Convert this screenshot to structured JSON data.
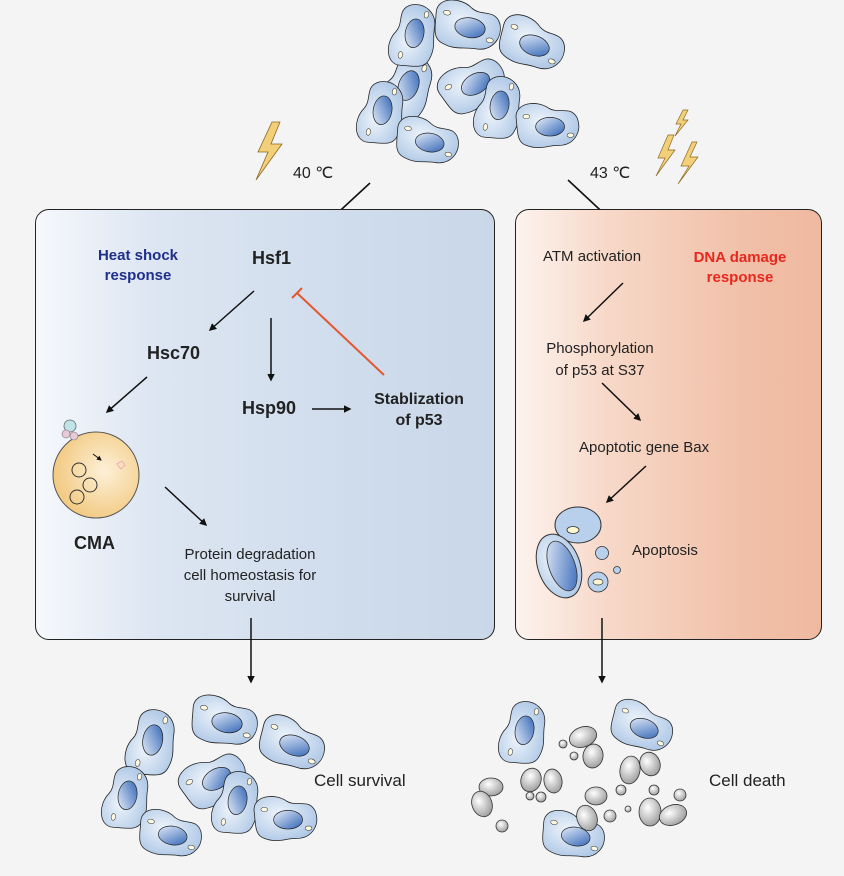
{
  "figure": {
    "temperatures": {
      "left": "40 ℃",
      "right": "43 ℃"
    },
    "left_panel": {
      "title": "Heat shock\nresponse",
      "title_color": "#1f2f8a",
      "nodes": {
        "hsf1": "Hsf1",
        "hsc70": "Hsc70",
        "hsp90": "Hsp90",
        "stabilization": "Stablization\nof p53",
        "cma": "CMA",
        "outcome": "Protein degradation\ncell homeostasis for\nsurvival"
      },
      "inhibition_color": "#e2572e"
    },
    "right_panel": {
      "title": "DNA damage\nresponse",
      "title_color": "#e8281e",
      "nodes": {
        "atm": "ATM activation",
        "phospho": "Phosphorylation\nof p53 at S37",
        "bax": "Apoptotic gene Bax",
        "apoptosis": "Apoptosis"
      }
    },
    "outcomes": {
      "survival": "Cell survival",
      "death": "Cell death"
    },
    "colors": {
      "cell_fill": "#c5d8ee",
      "cell_nucleus": "#3f74c0",
      "lightning": "#f3cf7a",
      "lysosome": "#f7d79a"
    }
  }
}
